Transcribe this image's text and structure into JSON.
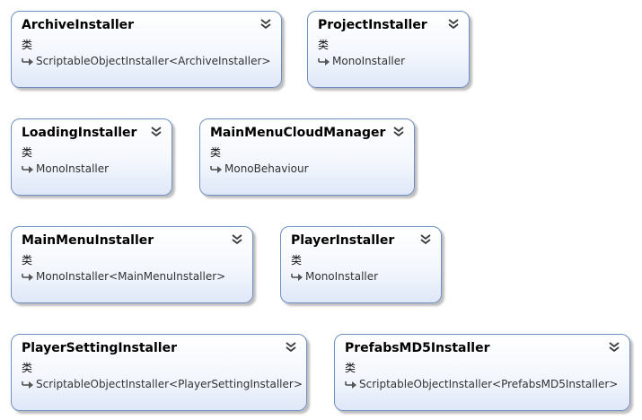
{
  "stereotype_glyph": "类",
  "icons": {
    "collapse": "double-chevron-down-icon",
    "inheritance": "inheritance-arrow-icon"
  },
  "colors": {
    "border": "#6f8fc3",
    "fill_bottom": "#dfe8f8"
  },
  "classes": [
    {
      "name": "ArchiveInstaller",
      "base": "ScriptableObjectInstaller<ArchiveInstaller>"
    },
    {
      "name": "ProjectInstaller",
      "base": "MonoInstaller"
    },
    {
      "name": "LoadingInstaller",
      "base": "MonoInstaller"
    },
    {
      "name": "MainMenuCloudManager",
      "base": "MonoBehaviour"
    },
    {
      "name": "MainMenuInstaller",
      "base": "MonoInstaller<MainMenuInstaller>"
    },
    {
      "name": "PlayerInstaller",
      "base": "MonoInstaller"
    },
    {
      "name": "PlayerSettingInstaller",
      "base": "ScriptableObjectInstaller<PlayerSettingInstaller>"
    },
    {
      "name": "PrefabsMD5Installer",
      "base": "ScriptableObjectInstaller<PrefabsMD5Installer>"
    }
  ]
}
